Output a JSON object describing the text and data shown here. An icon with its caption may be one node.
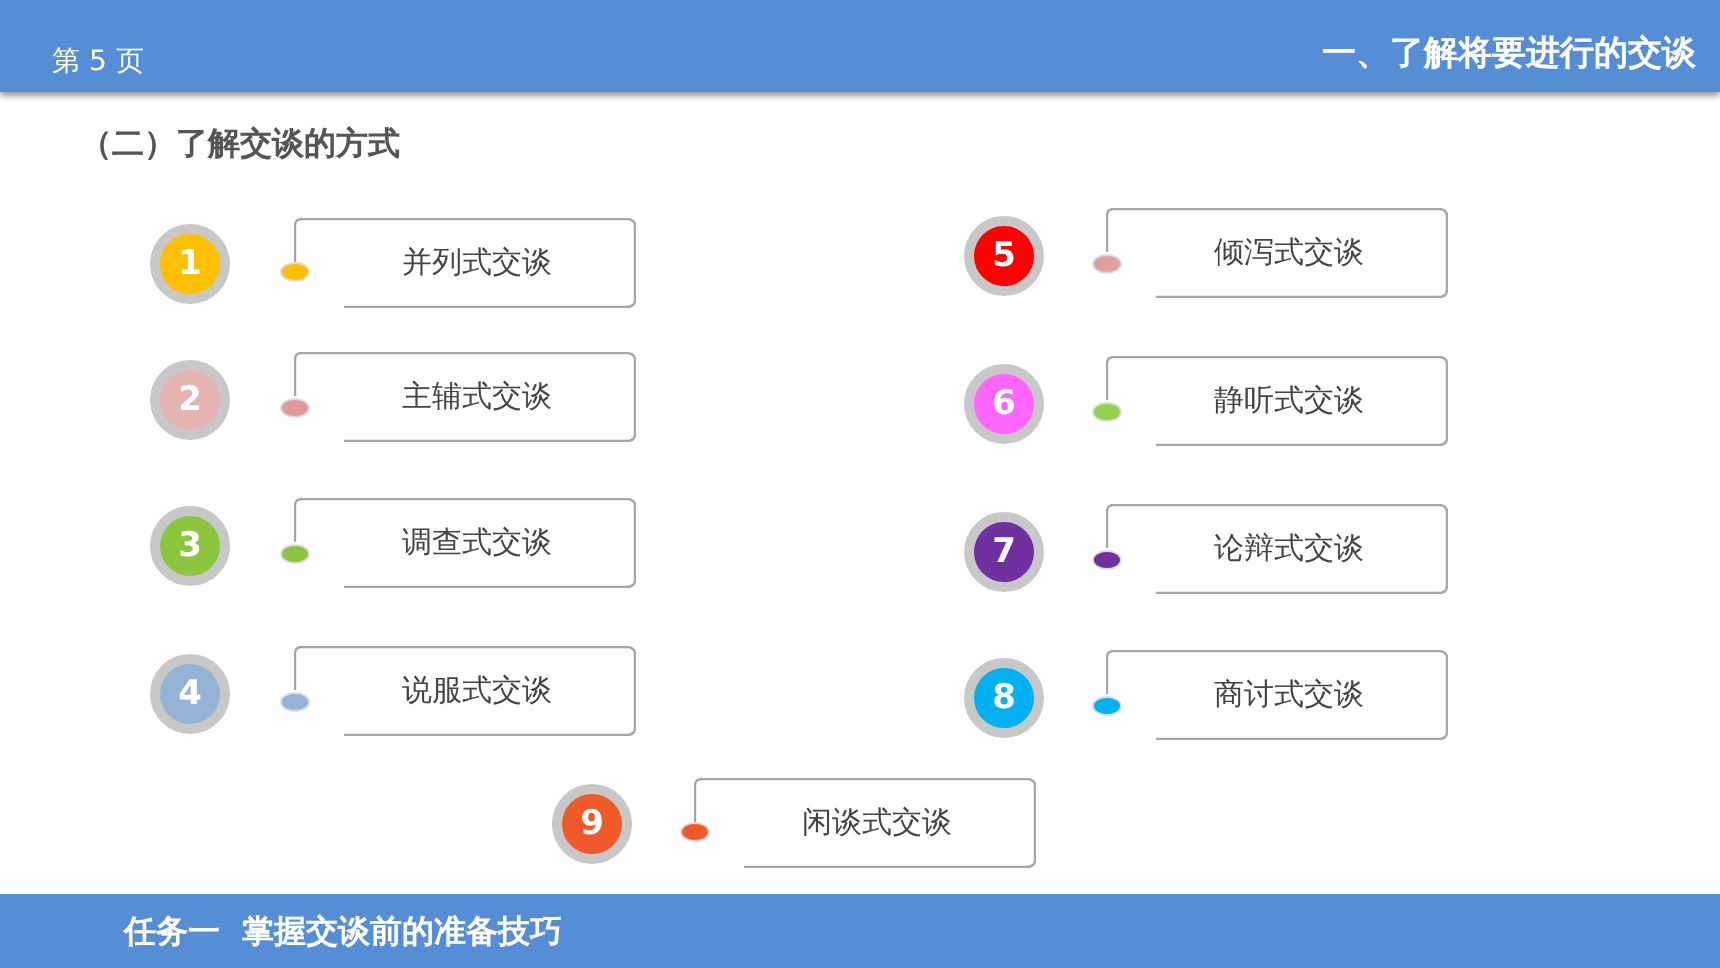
{
  "diagram": {
    "title": "（二）了解交谈的方式",
    "nodes": [
      {
        "text": [
          "1"
        ]
      },
      {
        "text": [
          "并列式交谈"
        ]
      },
      {
        "text": [
          "2"
        ]
      },
      {
        "text": [
          "主辅式交谈"
        ]
      },
      {
        "text": [
          "3"
        ]
      },
      {
        "text": [
          "调查式交谈"
        ]
      },
      {
        "text": [
          "4"
        ]
      },
      {
        "text": [
          "说服式交谈"
        ]
      },
      {
        "text": [
          "5"
        ]
      },
      {
        "text": [
          "倾泻式交谈"
        ]
      },
      {
        "text": [
          "6"
        ]
      },
      {
        "text": [
          "静听式交谈"
        ]
      },
      {
        "text": [
          "7"
        ]
      },
      {
        "text": [
          "论辩式交谈"
        ]
      },
      {
        "text": [
          "8"
        ]
      },
      {
        "text": [
          "商讨式交谈"
        ]
      },
      {
        "text": [
          "9"
        ]
      },
      {
        "text": [
          "闲谈式交谈"
        ]
      }
    ],
    "labels": [
      "第 5 页",
      "一、了解将要进行的交谈",
      "任务一  掌握交谈前的准备技巧"
    ]
  }
}
